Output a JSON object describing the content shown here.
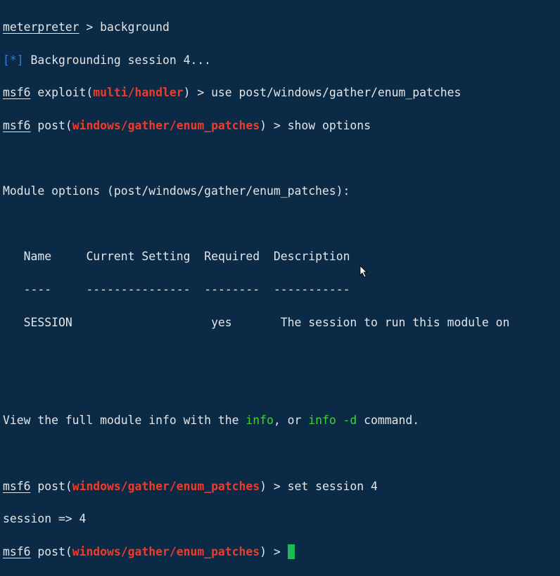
{
  "terminal": {
    "l1_prompt": "meterpreter",
    "l1_cmd": " > background",
    "l2_tag": "[*]",
    "l2_text": " Backgrounding session 4...",
    "msf": "msf6",
    "l3_a": " exploit(",
    "l3_mod": "multi/handler",
    "l3_b": ") > use post/windows/gather/enum_patches",
    "post_open": " post(",
    "post_mod": "windows/gather/enum_patches",
    "l4_b": ") > show options",
    "module_options": "Module options (post/windows/gather/enum_patches):",
    "table": {
      "headers": [
        "Name",
        "Current Setting",
        "Required",
        "Description"
      ],
      "dashes": [
        "----",
        "---------------",
        "--------",
        "-----------"
      ],
      "rows": [
        [
          "SESSION",
          "",
          "yes",
          "The session to run this module on"
        ]
      ]
    },
    "view_a": "View the full module info with the ",
    "view_info": "info",
    "view_b": ", or ",
    "view_infod": "info -d",
    "view_c": " command.",
    "l_set_b": ") > set session 4",
    "session_out": "session => 4",
    "last_b": ") > "
  },
  "colors": {
    "background": "#0b2a45",
    "module": "#ef3b2c",
    "info_tag": "#2f7fe0",
    "cmd": "#3dd62f",
    "cursor": "#1db954"
  }
}
